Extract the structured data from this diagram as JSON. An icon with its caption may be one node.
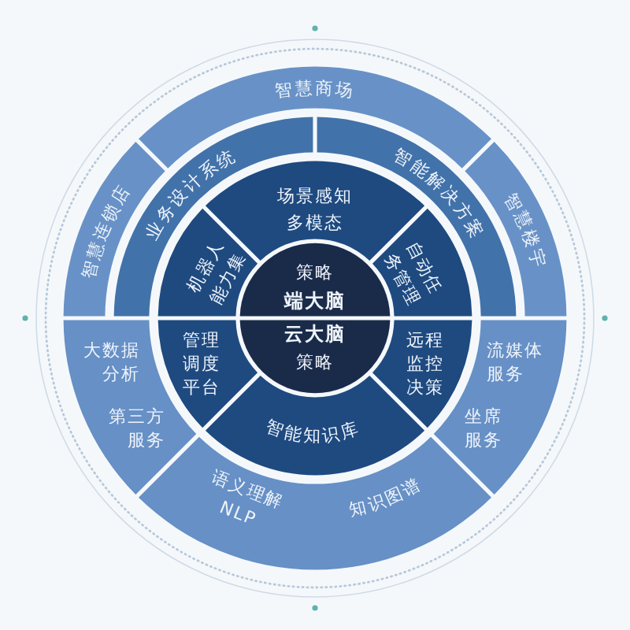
{
  "diagram": {
    "nodes": [
      {
        "text": [
          "智慧商场"
        ]
      },
      {
        "text": [
          "智慧连锁店"
        ]
      },
      {
        "text": [
          "智慧楼宇"
        ]
      },
      {
        "text": [
          "业务设计系统"
        ]
      },
      {
        "text": [
          "智能解决方案"
        ]
      },
      {
        "text": [
          "场景感知多模态"
        ]
      },
      {
        "text": [
          "机器人能力集"
        ]
      },
      {
        "text": [
          "自动任务管理"
        ]
      },
      {
        "text": [
          "策略",
          "端大脑"
        ]
      },
      {
        "text": [
          "云大脑",
          "策略"
        ]
      },
      {
        "text": [
          "管理调度平台"
        ]
      },
      {
        "text": [
          "远程监控决策"
        ]
      },
      {
        "text": [
          "大数据分析",
          "第三方服务"
        ]
      },
      {
        "text": [
          "流媒体服务",
          "坐席服务"
        ]
      },
      {
        "text": [
          "智能知识库"
        ]
      },
      {
        "text": [
          "语义理解 NLP",
          "知识图谱"
        ]
      }
    ]
  }
}
